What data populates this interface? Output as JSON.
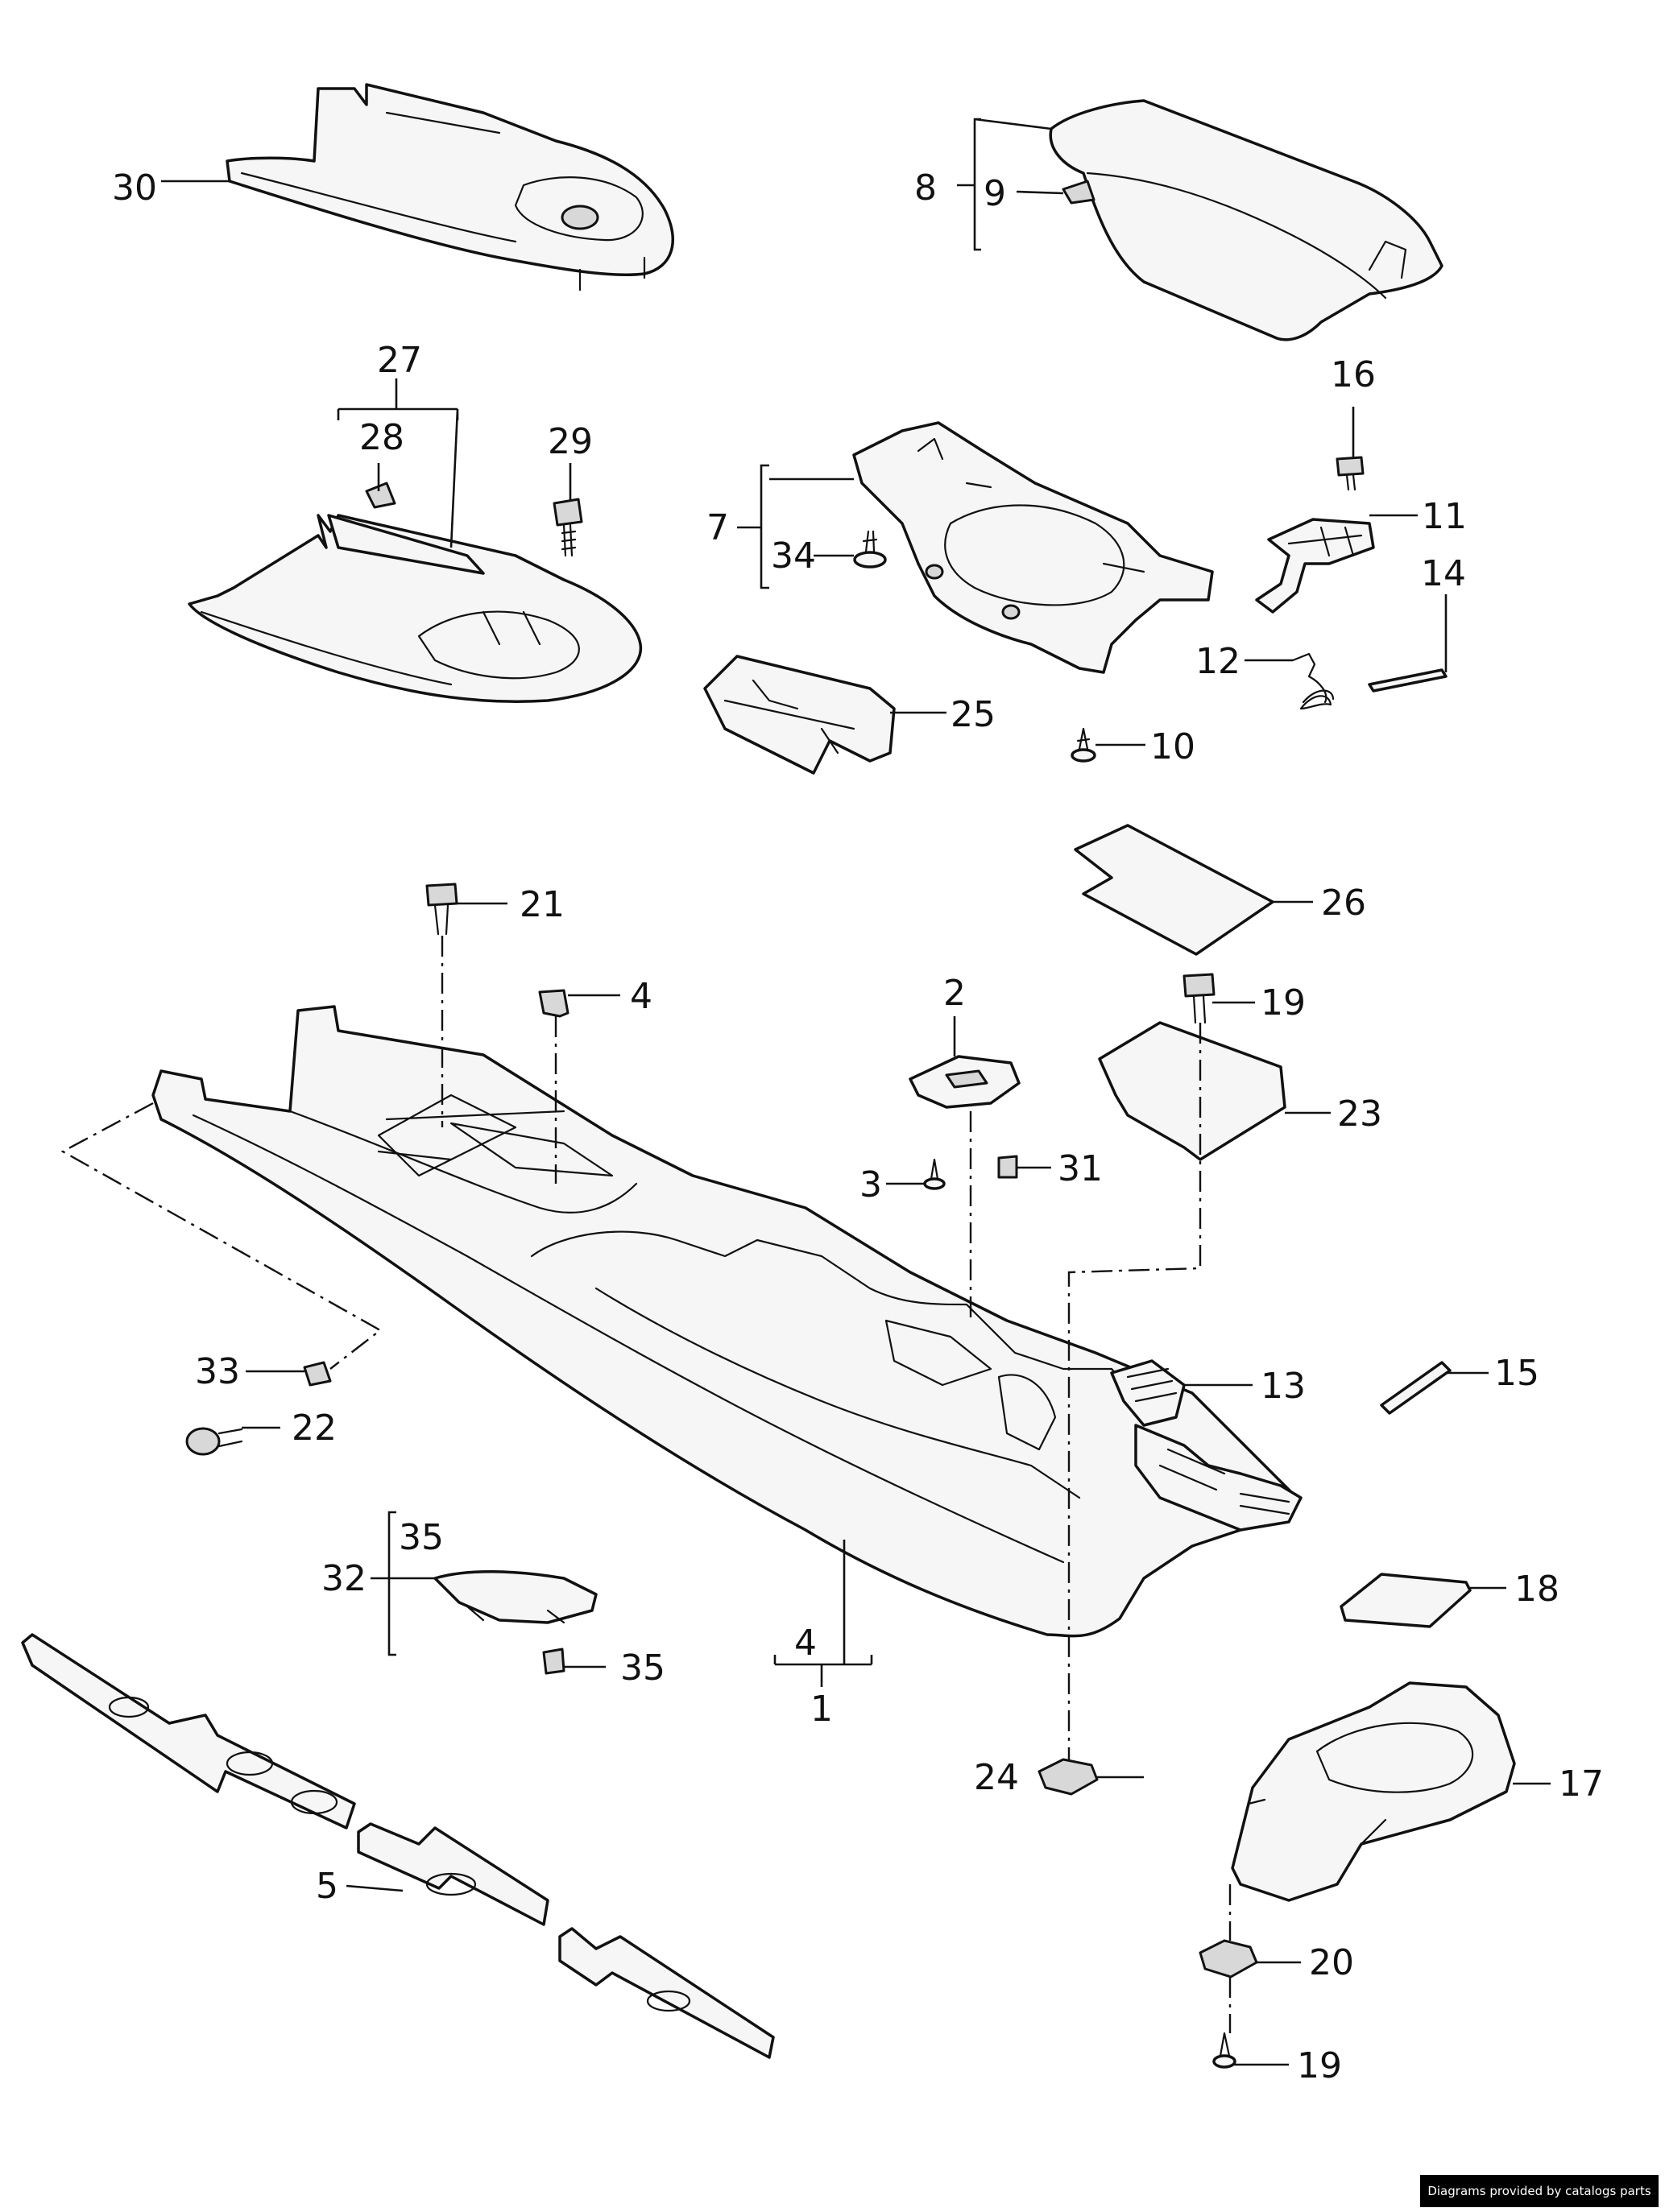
{
  "callouts": {
    "c1": "1",
    "c2": "2",
    "c3": "3",
    "c4a": "4",
    "c4b": "4",
    "c5": "5",
    "c7": "7",
    "c8": "8",
    "c9": "9",
    "c10": "10",
    "c11": "11",
    "c12": "12",
    "c13": "13",
    "c14": "14",
    "c15": "15",
    "c16": "16",
    "c17": "17",
    "c18": "18",
    "c19a": "19",
    "c19b": "19",
    "c20": "20",
    "c21": "21",
    "c22": "22",
    "c23": "23",
    "c24": "24",
    "c25": "25",
    "c26": "26",
    "c27": "27",
    "c28": "28",
    "c29": "29",
    "c30": "30",
    "c31": "31",
    "c32": "32",
    "c33": "33",
    "c34": "34",
    "c35a": "35",
    "c35b": "35"
  },
  "credit": "Diagrams provided by catalogs parts"
}
